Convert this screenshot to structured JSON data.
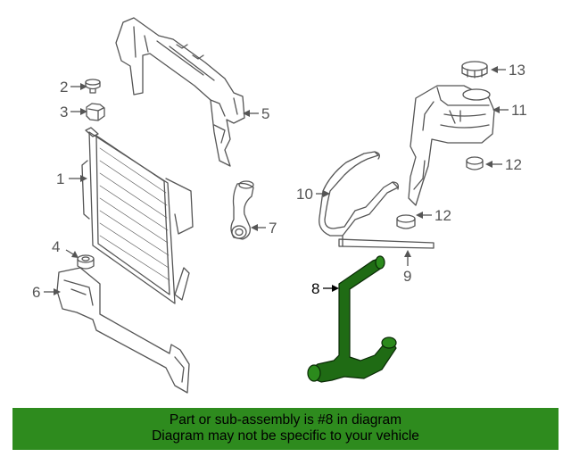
{
  "diagram": {
    "callouts": [
      {
        "id": "1",
        "label": "1"
      },
      {
        "id": "2",
        "label": "2"
      },
      {
        "id": "3",
        "label": "3"
      },
      {
        "id": "4",
        "label": "4"
      },
      {
        "id": "5",
        "label": "5"
      },
      {
        "id": "6",
        "label": "6"
      },
      {
        "id": "7",
        "label": "7"
      },
      {
        "id": "8",
        "label": "8"
      },
      {
        "id": "9",
        "label": "9"
      },
      {
        "id": "10",
        "label": "10"
      },
      {
        "id": "11",
        "label": "11"
      },
      {
        "id": "12a",
        "label": "12"
      },
      {
        "id": "12b",
        "label": "12"
      },
      {
        "id": "13",
        "label": "13"
      }
    ],
    "highlighted_part": "8",
    "colors": {
      "line": "#555555",
      "highlight_fill": "#1f6b14",
      "highlight_stroke": "#0a2a06"
    }
  },
  "banner": {
    "line1": "Part or sub-assembly is #8 in diagram",
    "line2": "Diagram may not be specific to your vehicle",
    "background": "#2e8b1e"
  }
}
